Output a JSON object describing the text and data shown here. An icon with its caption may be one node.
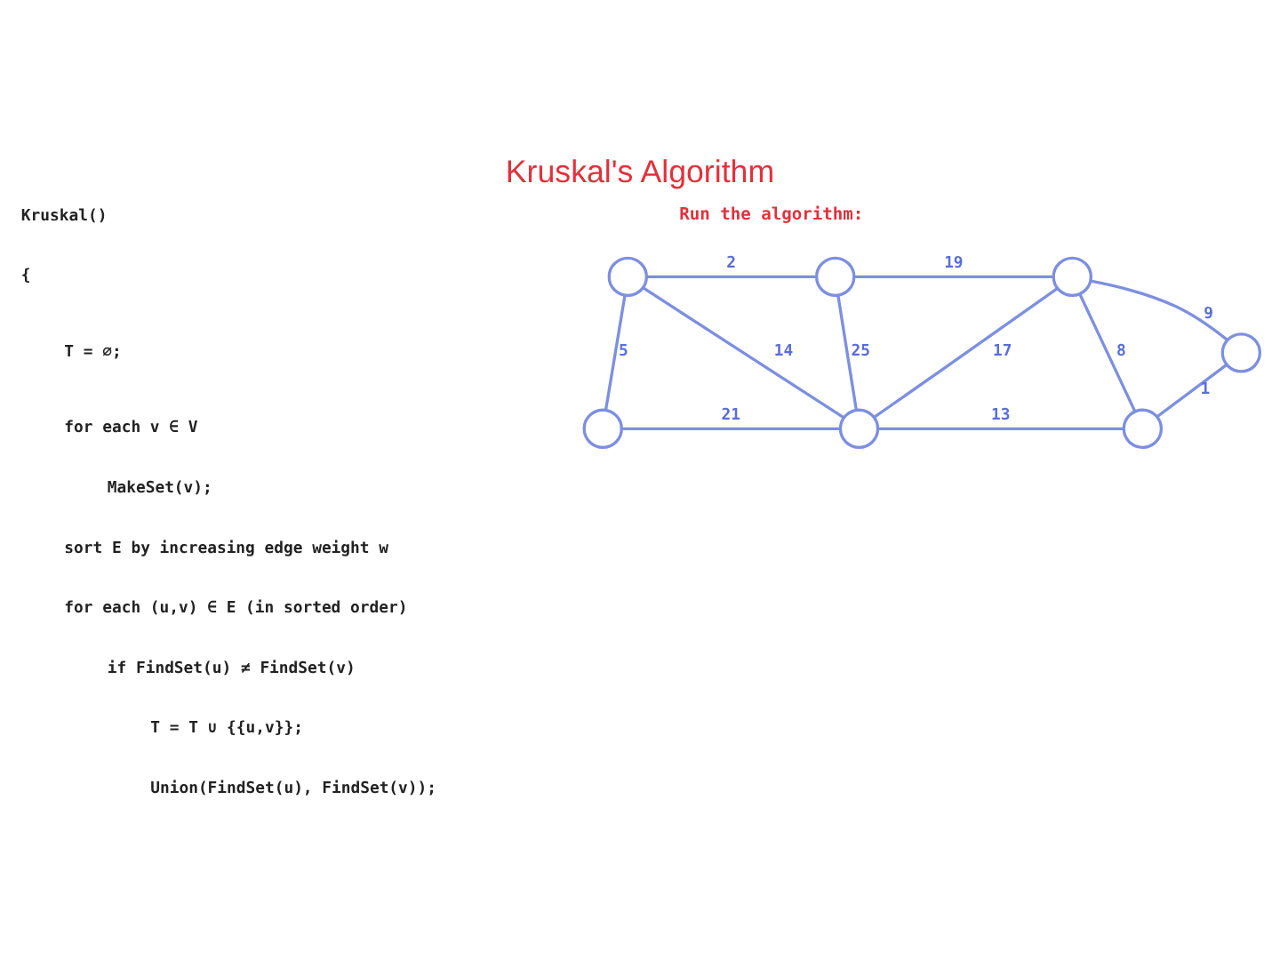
{
  "diagram": {
    "title": "Kruskal's Algorithm",
    "nodes": [
      {
        "text": [],
        "shape": "circle"
      },
      {
        "text": [],
        "shape": "circle"
      },
      {
        "text": [],
        "shape": "circle"
      },
      {
        "text": [],
        "shape": "circle"
      },
      {
        "text": [],
        "shape": "circle"
      },
      {
        "text": [],
        "shape": "circle"
      },
      {
        "text": [],
        "shape": "circle"
      }
    ],
    "edges": [
      {
        "from": 0,
        "to": 1,
        "arrow": "none",
        "label": "2"
      },
      {
        "from": 1,
        "to": 2,
        "arrow": "none",
        "label": "19"
      },
      {
        "from": 0,
        "to": 4,
        "arrow": "none",
        "label": "5"
      },
      {
        "from": 0,
        "to": 5,
        "arrow": "none",
        "label": "14"
      },
      {
        "from": 1,
        "to": 5,
        "arrow": "none",
        "label": "25"
      },
      {
        "from": 2,
        "to": 5,
        "arrow": "none",
        "label": "17"
      },
      {
        "from": 2,
        "to": 6,
        "arrow": "none",
        "label": "8"
      },
      {
        "from": 2,
        "to": 3,
        "arrow": "none",
        "label": "9"
      },
      {
        "from": 3,
        "to": 6,
        "arrow": "none",
        "label": "1"
      },
      {
        "from": 4,
        "to": 5,
        "arrow": "none",
        "label": "21"
      },
      {
        "from": 5,
        "to": 6,
        "arrow": "none",
        "label": "13"
      }
    ],
    "labels": [
      "Kruskal()",
      "Run the algorithm:",
      "{",
      "T = ∅;",
      "for each v ∈ V",
      "MakeSet(v);",
      "sort E by increasing edge weight w",
      "for each (u,v) ∈ E (in sorted order)",
      "if FindSet(u) ≠ FindSet(v)",
      "T = T ∪ {{u,v}};",
      "Union(FindSet(u), FindSet(v));"
    ]
  }
}
